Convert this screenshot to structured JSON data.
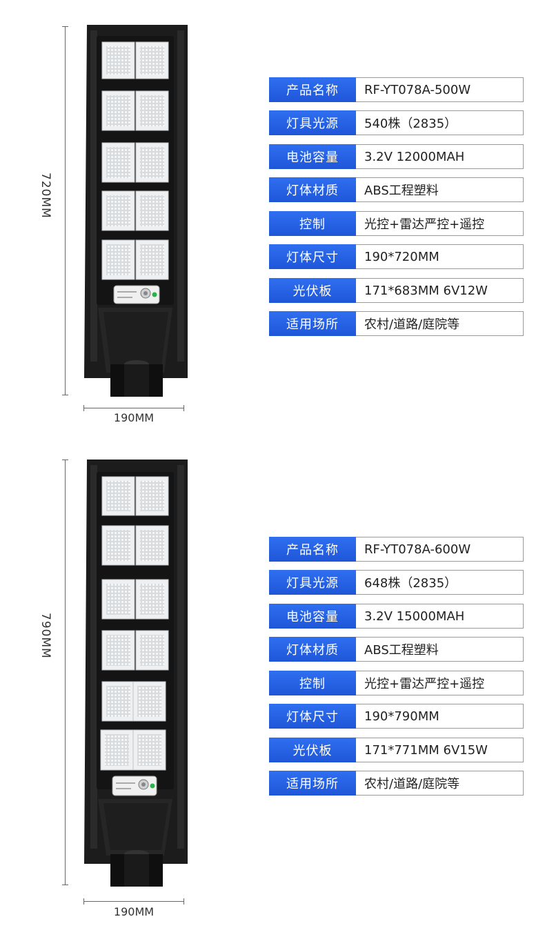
{
  "products": [
    {
      "height_label": "720MM",
      "width_label": "190MM",
      "specs": [
        {
          "key": "产品名称",
          "value": "RF-YT078A-500W"
        },
        {
          "key": "灯具光源",
          "value": "540株（2835）"
        },
        {
          "key": "电池容量",
          "value": "3.2V  12000MAH"
        },
        {
          "key": "灯体材质",
          "value": "ABS工程塑料"
        },
        {
          "key": "控制",
          "value": "光控+雷达严控+遥控"
        },
        {
          "key": "灯体尺寸",
          "value": "190*720MM"
        },
        {
          "key": "光伏板",
          "value": "171*683MM   6V12W"
        },
        {
          "key": "适用场所",
          "value": "农村/道路/庭院等"
        }
      ]
    },
    {
      "height_label": "790MM",
      "width_label": "190MM",
      "specs": [
        {
          "key": "产品名称",
          "value": "RF-YT078A-600W"
        },
        {
          "key": "灯具光源",
          "value": "648株（2835）"
        },
        {
          "key": "电池容量",
          "value": "3.2V  15000MAH"
        },
        {
          "key": "灯体材质",
          "value": "ABS工程塑料"
        },
        {
          "key": "控制",
          "value": "光控+雷达严控+遥控"
        },
        {
          "key": "灯体尺寸",
          "value": "190*790MM"
        },
        {
          "key": "光伏板",
          "value": "171*771MM   6V15W"
        },
        {
          "key": "适用场所",
          "value": "农村/道路/庭院等"
        }
      ]
    }
  ]
}
